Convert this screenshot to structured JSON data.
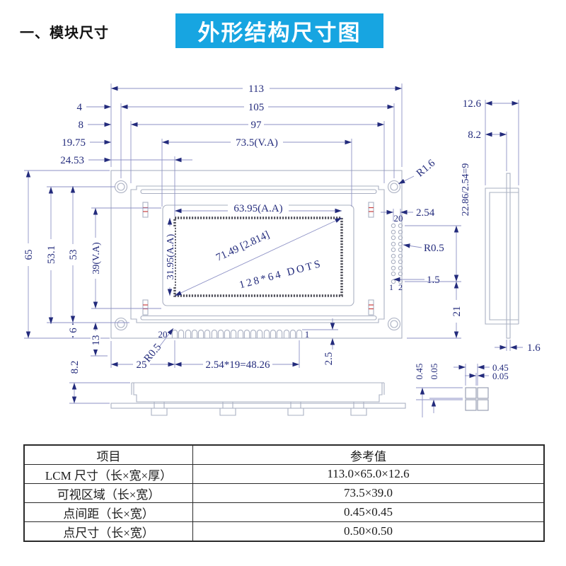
{
  "header": {
    "section_title": "一、模块尺寸",
    "banner_title": "外形结构尺寸图"
  },
  "colors": {
    "banner": "#17a5e1",
    "dim_text": "#232b7c",
    "dim_line": "#8e92c6",
    "outline": "#aab0c2",
    "red_mark": "#c84040",
    "watermark": "#c4c4c4"
  },
  "front_view": {
    "width_total": "113",
    "width_holes": "105",
    "width_bezel": "97",
    "width_va": "73.5(V.A)",
    "offset_hole": "4",
    "offset_bezel": "8",
    "offset_va": "19.75",
    "offset_aa": "24.53",
    "height_total": "65",
    "height_holes": "53.1",
    "height_bezel": "53",
    "height_va": "39(V.A)",
    "bezel_to_pcb": "6",
    "bezel_to_pins": "13",
    "pcb_to_bottomview": "8.2",
    "aa_width": "63.95(A.A)",
    "aa_height": "31.95(A.A)",
    "diagonal": "71.49 [2.814]",
    "watermark": "128*64 DOTS",
    "hole_radius": "R1.6",
    "pin_radius_right": "R0.5",
    "pin_col_pitch": "2.54",
    "pin_row_offset": "1.5",
    "pin_span": "22.86/2.54=9",
    "pin_to_edge": "21",
    "right_pin_top": "20",
    "right_pin_b1": "1",
    "right_pin_b2": "2",
    "bottom_pin_left": "20",
    "bottom_pin_right": "1",
    "pad_radius": "R0.5",
    "edge_to_pin": "25",
    "pin_pitch_total": "2.54*19=48.26",
    "pad_height": "2.5"
  },
  "side_view": {
    "thickness_total": "12.6",
    "thickness_front": "8.2",
    "pcb_thickness": "1.6"
  },
  "dot_detail": {
    "pitch_h": "0.45",
    "gap_h": "0.05",
    "pitch_v": "0.45",
    "gap_v": "0.05"
  },
  "table": {
    "headers": [
      "项目",
      "参考值"
    ],
    "rows": [
      [
        "LCM 尺寸（长×宽×厚）",
        "113.0×65.0×12.6"
      ],
      [
        "可视区域（长×宽）",
        "73.5×39.0"
      ],
      [
        "点间距（长×宽）",
        "0.45×0.45"
      ],
      [
        "点尺寸（长×宽）",
        "0.50×0.50"
      ]
    ]
  }
}
